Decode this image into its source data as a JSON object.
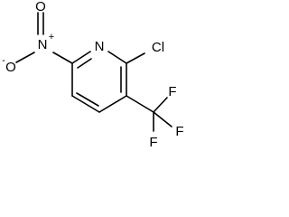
{
  "molecule": {
    "atoms": {
      "ring_nitrogen": "N",
      "chlorine": "Cl",
      "nitro_nitrogen": "N",
      "nitro_oxygen_top": "O",
      "nitro_oxygen_minus": "O",
      "minus_charge": "-",
      "plus_charge": "+",
      "fluorine_top": "F",
      "fluorine_right": "F",
      "fluorine_bottom": "F"
    }
  }
}
